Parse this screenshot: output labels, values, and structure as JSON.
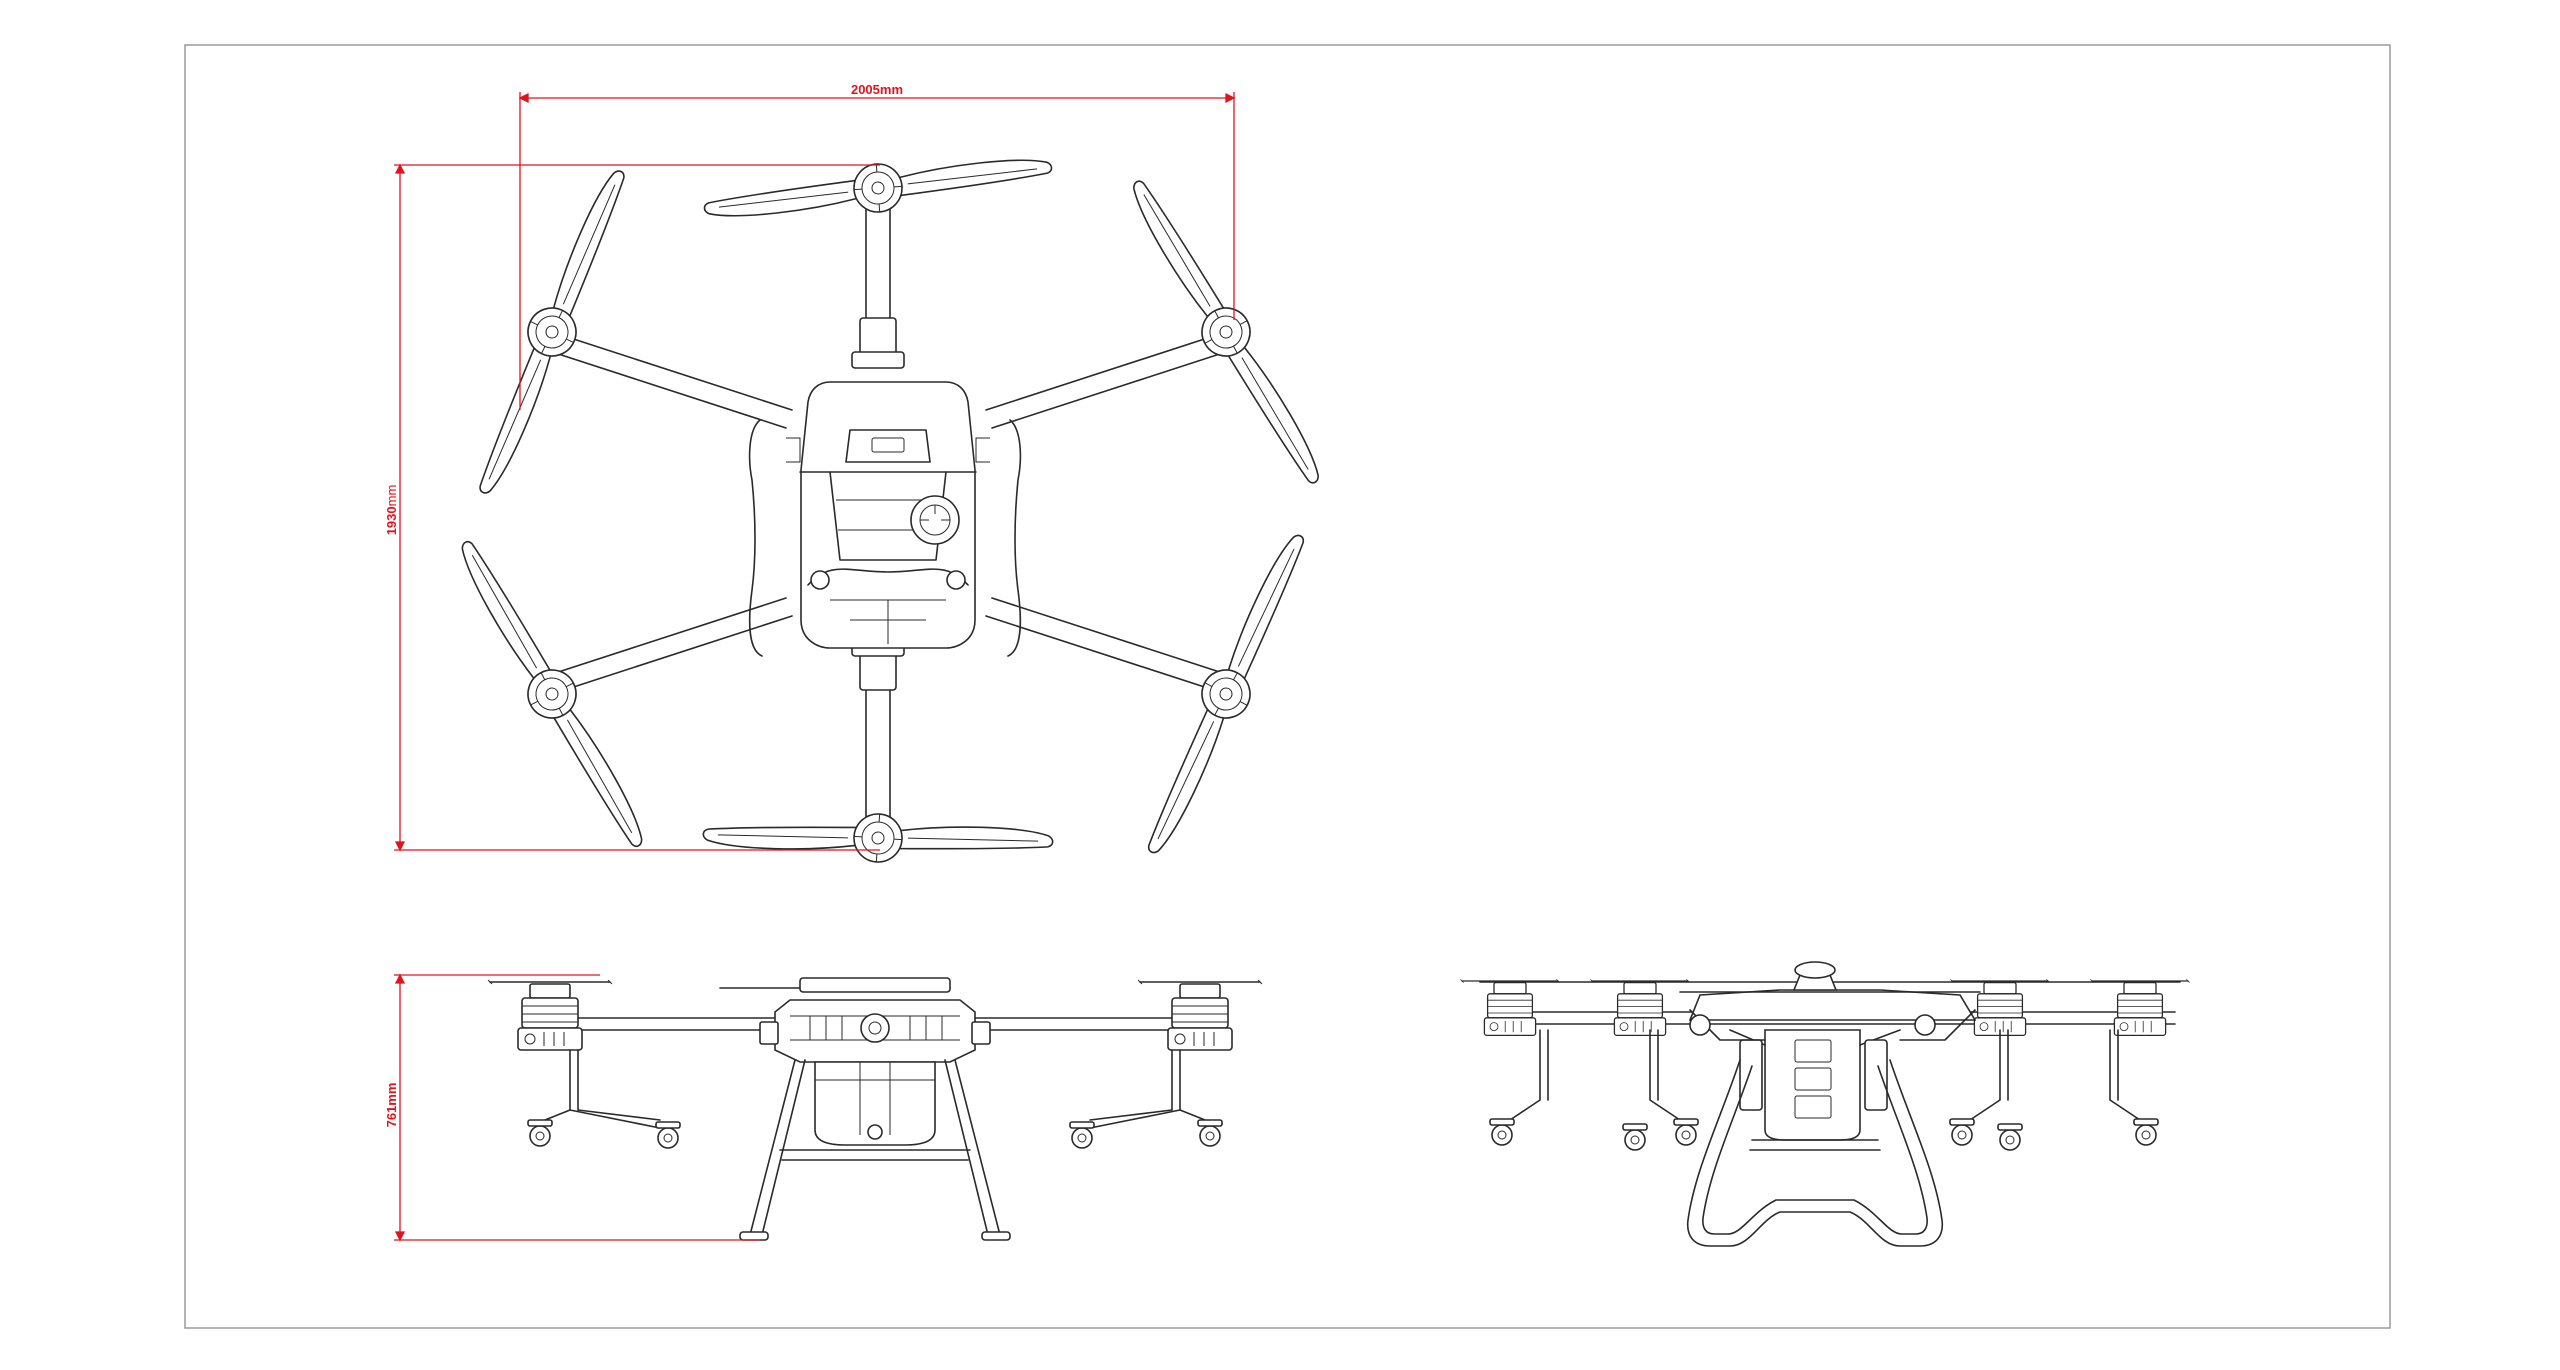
{
  "drawing": {
    "dimensions": {
      "width_top": "2005mm",
      "length_top_value": "1930",
      "length_top_unit": "mm",
      "height_side": "761mm"
    },
    "colors": {
      "dimension": "#e0141e",
      "linework": "#2a2a2a",
      "frame": "#9a9a9a"
    }
  }
}
